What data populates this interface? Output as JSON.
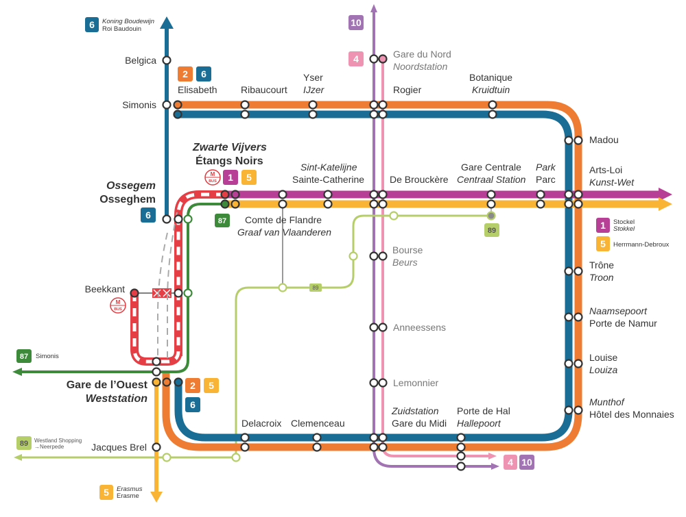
{
  "colors": {
    "line1": "#b83f96",
    "line2": "#ef7c33",
    "line5": "#f9b335",
    "line6": "#1a6e96",
    "line4": "#ee94b2",
    "line10": "#a173b3",
    "line87": "#3d8a3a",
    "line89": "#b6ce6a",
    "works": "#e53e45"
  },
  "badges": {
    "l1": "1",
    "l2": "2",
    "l4": "4",
    "l5": "5",
    "l6": "6",
    "l10": "10",
    "l87": "87",
    "l89": "89"
  },
  "terminals": {
    "line6_north_a": "Koning Boudewijn",
    "line6_north_b": "Roi Baudouin",
    "line1_east": "Stockel",
    "line1_east_nl": "Stokkel",
    "line5_east": "Herrmann-Debroux",
    "line87_west": "Simonis",
    "line89_west_a": "Westland Shopping",
    "line89_west_b": "→Neerpede",
    "line5_south_a": "Erasmus",
    "line5_south_b": "Erasme"
  },
  "stations": {
    "belgica": "Belgica",
    "simonis": "Simonis",
    "elisabeth": "Elisabeth",
    "ribaucourt": "Ribaucourt",
    "yser_fr": "Yser",
    "yser_nl": "IJzer",
    "gare_nord_fr": "Gare du Nord",
    "gare_nord_nl": "Noordstation",
    "rogier": "Rogier",
    "botanique_fr": "Botanique",
    "botanique_nl": "Kruidtuin",
    "madou": "Madou",
    "zwarte_vijvers": "Zwarte Vijvers",
    "etangs_noirs": "Étangs Noirs",
    "sint_katelijne": "Sint-Katelijne",
    "sainte_catherine": "Sainte-Catherine",
    "de_brouckere": "De Brouckère",
    "gare_centrale": "Gare Centrale",
    "centraal_station": "Centraal Station",
    "park": "Park",
    "parc": "Parc",
    "arts_loi": "Arts-Loi",
    "kunst_wet": "Kunst-Wet",
    "ossegem": "Ossegem",
    "osseghem": "Osseghem",
    "comte_flandre": "Comte de Flandre",
    "graaf_vlaanderen": "Graaf van Vlaanderen",
    "bourse": "Bourse",
    "beurs": "Beurs",
    "trone": "Trône",
    "troon": "Troon",
    "beekkant": "Beekkant",
    "naamsepoort": "Naamsepoort",
    "porte_namur": "Porte de Namur",
    "anneessens": "Anneessens",
    "louise": "Louise",
    "louiza": "Louiza",
    "lemonnier": "Lemonnier",
    "gare_ouest": "Gare de l’Ouest",
    "weststation": "Weststation",
    "munthof": "Munthof",
    "hotel_monnaies": "Hôtel des Monnaies",
    "zuidstation": "Zuidstation",
    "gare_midi": "Gare du Midi",
    "porte_hal": "Porte de Hal",
    "hallepoort": "Hallepoort",
    "delacroix": "Delacroix",
    "clemenceau": "Clemenceau",
    "jacques_brel": "Jacques Brel"
  },
  "metro_logo": {
    "letter": "M",
    "sub": "BUS"
  }
}
